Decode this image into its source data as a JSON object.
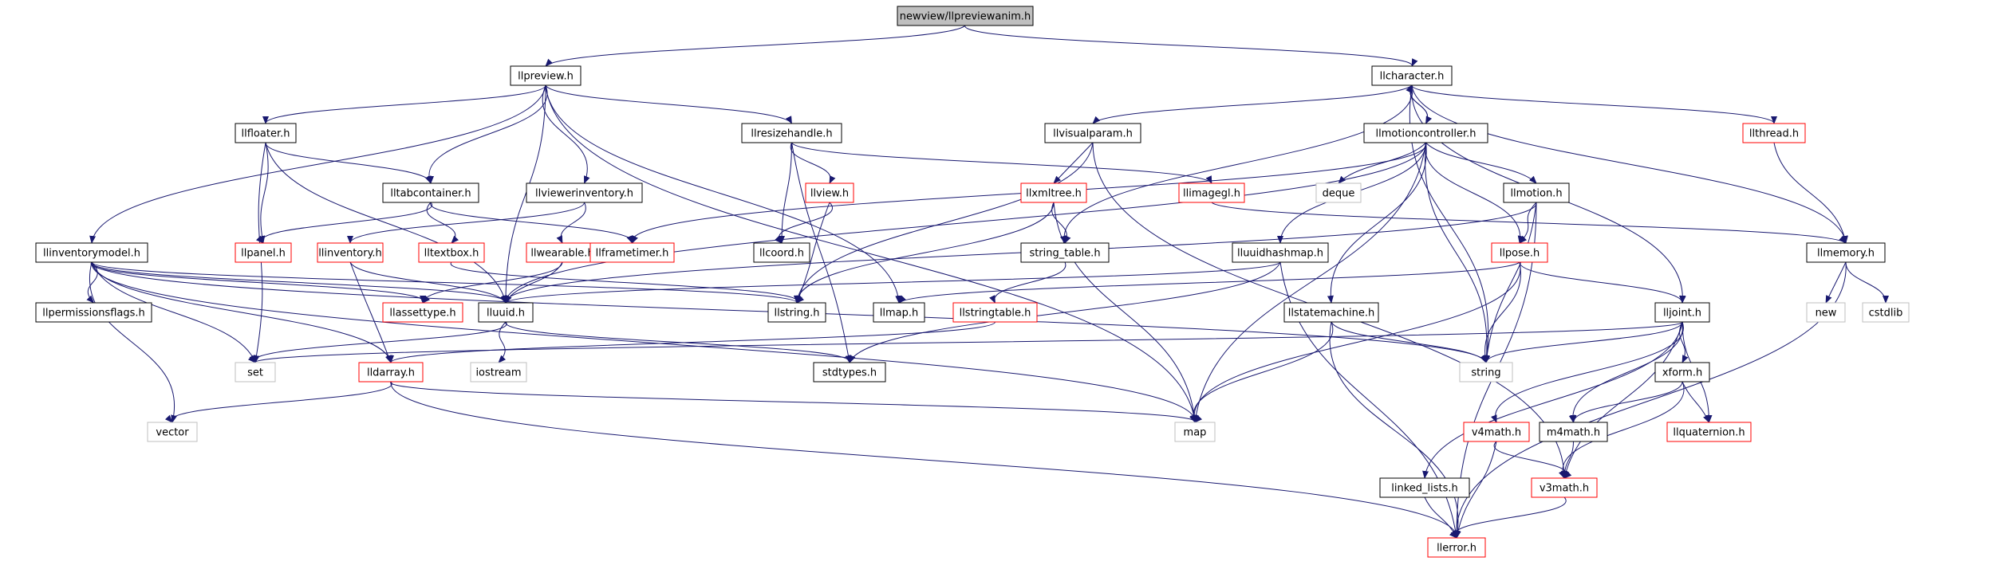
{
  "colors": {
    "edge": "#191970",
    "border_black": "#000000",
    "border_red": "#ff0000",
    "border_grey": "#bfbfbf",
    "root_fill": "#bfbfbf"
  },
  "nodes": [
    {
      "id": "root",
      "label": "newview/llpreviewanim.h",
      "style": "root"
    },
    {
      "id": "llpreview",
      "label": "llpreview.h",
      "style": "black"
    },
    {
      "id": "llcharacter",
      "label": "llcharacter.h",
      "style": "black"
    },
    {
      "id": "llfloater",
      "label": "llfloater.h",
      "style": "black"
    },
    {
      "id": "llresizehandle",
      "label": "llresizehandle.h",
      "style": "black"
    },
    {
      "id": "llvisualparam",
      "label": "llvisualparam.h",
      "style": "black"
    },
    {
      "id": "llmotioncontroller",
      "label": "llmotioncontroller.h",
      "style": "black"
    },
    {
      "id": "llthread",
      "label": "llthread.h",
      "style": "red"
    },
    {
      "id": "lltabcontainer",
      "label": "lltabcontainer.h",
      "style": "black"
    },
    {
      "id": "llviewerinventory",
      "label": "llviewerinventory.h",
      "style": "black"
    },
    {
      "id": "llview",
      "label": "llview.h",
      "style": "red"
    },
    {
      "id": "llxmltree",
      "label": "llxmltree.h",
      "style": "red"
    },
    {
      "id": "llimagegl",
      "label": "llimagegl.h",
      "style": "red"
    },
    {
      "id": "deque",
      "label": "deque",
      "style": "grey"
    },
    {
      "id": "llmotion",
      "label": "llmotion.h",
      "style": "black"
    },
    {
      "id": "llinventorymodel",
      "label": "llinventorymodel.h",
      "style": "black"
    },
    {
      "id": "llpanel",
      "label": "llpanel.h",
      "style": "red"
    },
    {
      "id": "llinventory",
      "label": "llinventory.h",
      "style": "red"
    },
    {
      "id": "lltextbox",
      "label": "lltextbox.h",
      "style": "red"
    },
    {
      "id": "llwearable",
      "label": "llwearable.h",
      "style": "red"
    },
    {
      "id": "llframetimer",
      "label": "llframetimer.h",
      "style": "red"
    },
    {
      "id": "llcoord",
      "label": "llcoord.h",
      "style": "black"
    },
    {
      "id": "string_table",
      "label": "string_table.h",
      "style": "black"
    },
    {
      "id": "lluuidhashmap",
      "label": "lluuidhashmap.h",
      "style": "black"
    },
    {
      "id": "llpose",
      "label": "llpose.h",
      "style": "red"
    },
    {
      "id": "llmemory",
      "label": "llmemory.h",
      "style": "black"
    },
    {
      "id": "llpermissionsflags",
      "label": "llpermissionsflags.h",
      "style": "black"
    },
    {
      "id": "llassettype",
      "label": "llassettype.h",
      "style": "red"
    },
    {
      "id": "lluuid",
      "label": "lluuid.h",
      "style": "black"
    },
    {
      "id": "llstring",
      "label": "llstring.h",
      "style": "black"
    },
    {
      "id": "llmap",
      "label": "llmap.h",
      "style": "black"
    },
    {
      "id": "llstringtable",
      "label": "llstringtable.h",
      "style": "red"
    },
    {
      "id": "llstatemachine",
      "label": "llstatemachine.h",
      "style": "black"
    },
    {
      "id": "lljoint",
      "label": "lljoint.h",
      "style": "black"
    },
    {
      "id": "new",
      "label": "new",
      "style": "grey"
    },
    {
      "id": "cstdlib",
      "label": "cstdlib",
      "style": "grey"
    },
    {
      "id": "set",
      "label": "set",
      "style": "grey"
    },
    {
      "id": "lldarray",
      "label": "lldarray.h",
      "style": "red"
    },
    {
      "id": "iostream",
      "label": "iostream",
      "style": "grey"
    },
    {
      "id": "stdtypes",
      "label": "stdtypes.h",
      "style": "black"
    },
    {
      "id": "string",
      "label": "string",
      "style": "grey"
    },
    {
      "id": "xform",
      "label": "xform.h",
      "style": "black"
    },
    {
      "id": "vector",
      "label": "vector",
      "style": "grey"
    },
    {
      "id": "map",
      "label": "map",
      "style": "grey"
    },
    {
      "id": "v4math",
      "label": "v4math.h",
      "style": "red"
    },
    {
      "id": "m4math",
      "label": "m4math.h",
      "style": "black"
    },
    {
      "id": "llquaternion",
      "label": "llquaternion.h",
      "style": "red"
    },
    {
      "id": "linked_lists",
      "label": "linked_lists.h",
      "style": "black"
    },
    {
      "id": "v3math",
      "label": "v3math.h",
      "style": "red"
    },
    {
      "id": "llerror",
      "label": "llerror.h",
      "style": "red"
    }
  ],
  "edges": [
    [
      "root",
      "llpreview"
    ],
    [
      "root",
      "llcharacter"
    ],
    [
      "llpreview",
      "llfloater"
    ],
    [
      "llpreview",
      "llresizehandle"
    ],
    [
      "llpreview",
      "lltabcontainer"
    ],
    [
      "llpreview",
      "llviewerinventory"
    ],
    [
      "llpreview",
      "llinventorymodel"
    ],
    [
      "llpreview",
      "lluuid"
    ],
    [
      "llpreview",
      "llmap"
    ],
    [
      "llpreview",
      "map"
    ],
    [
      "llcharacter",
      "llvisualparam"
    ],
    [
      "llcharacter",
      "llmotioncontroller"
    ],
    [
      "llcharacter",
      "llthread"
    ],
    [
      "llcharacter",
      "llmemory"
    ],
    [
      "llcharacter",
      "string_table"
    ],
    [
      "llcharacter",
      "string"
    ],
    [
      "llcharacter",
      "lljoint"
    ],
    [
      "llfloater",
      "lltabcontainer"
    ],
    [
      "llfloater",
      "llpanel"
    ],
    [
      "llfloater",
      "lluuid"
    ],
    [
      "llfloater",
      "set"
    ],
    [
      "llresizehandle",
      "llview"
    ],
    [
      "llresizehandle",
      "llcoord"
    ],
    [
      "llresizehandle",
      "llimagegl"
    ],
    [
      "llresizehandle",
      "stdtypes"
    ],
    [
      "llvisualparam",
      "llxmltree"
    ],
    [
      "llvisualparam",
      "llstring"
    ],
    [
      "llvisualparam",
      "v3math"
    ],
    [
      "llmotioncontroller",
      "llcharacter"
    ],
    [
      "llmotioncontroller",
      "llmotion"
    ],
    [
      "llmotioncontroller",
      "deque"
    ],
    [
      "llmotioncontroller",
      "llpose"
    ],
    [
      "llmotioncontroller",
      "lluuidhashmap"
    ],
    [
      "llmotioncontroller",
      "llstatemachine"
    ],
    [
      "llmotioncontroller",
      "llframetimer"
    ],
    [
      "llmotioncontroller",
      "map"
    ],
    [
      "llmotioncontroller",
      "string"
    ],
    [
      "llmotioncontroller",
      "lluuid"
    ],
    [
      "llthread",
      "llmemory"
    ],
    [
      "lltabcontainer",
      "llpanel"
    ],
    [
      "lltabcontainer",
      "lltextbox"
    ],
    [
      "lltabcontainer",
      "llframetimer"
    ],
    [
      "llviewerinventory",
      "llinventory"
    ],
    [
      "llviewerinventory",
      "llwearable"
    ],
    [
      "llview",
      "llcoord"
    ],
    [
      "llview",
      "llstring"
    ],
    [
      "llxmltree",
      "string_table"
    ],
    [
      "llxmltree",
      "llstring"
    ],
    [
      "llxmltree",
      "map"
    ],
    [
      "llimagegl",
      "llmemory"
    ],
    [
      "llmotion",
      "llpose"
    ],
    [
      "llmotion",
      "string"
    ],
    [
      "llmotion",
      "llerror"
    ],
    [
      "llmotion",
      "lluuid"
    ],
    [
      "llinventorymodel",
      "llpermissionsflags"
    ],
    [
      "llinventorymodel",
      "llassettype"
    ],
    [
      "llinventorymodel",
      "lluuid"
    ],
    [
      "llinventorymodel",
      "llstring"
    ],
    [
      "llinventorymodel",
      "lldarray"
    ],
    [
      "llinventorymodel",
      "set"
    ],
    [
      "llinventorymodel",
      "vector"
    ],
    [
      "llinventorymodel",
      "map"
    ],
    [
      "llinventorymodel",
      "string"
    ],
    [
      "llinventory",
      "lluuid"
    ],
    [
      "llinventory",
      "lldarray"
    ],
    [
      "lltextbox",
      "llstring"
    ],
    [
      "llwearable",
      "lluuid"
    ],
    [
      "llwearable",
      "llassettype"
    ],
    [
      "string_table",
      "llstringtable"
    ],
    [
      "lluuidhashmap",
      "llerror"
    ],
    [
      "lluuidhashmap",
      "stdtypes"
    ],
    [
      "lluuidhashmap",
      "lluuid"
    ],
    [
      "llpose",
      "lljoint"
    ],
    [
      "llpose",
      "string"
    ],
    [
      "llpose",
      "map"
    ],
    [
      "llpose",
      "llmap"
    ],
    [
      "llmemory",
      "new"
    ],
    [
      "llmemory",
      "cstdlib"
    ],
    [
      "llmemory",
      "llerror"
    ],
    [
      "lluuid",
      "set"
    ],
    [
      "lluuid",
      "iostream"
    ],
    [
      "lluuid",
      "stdtypes"
    ],
    [
      "llstringtable",
      "lldarray"
    ],
    [
      "llstatemachine",
      "string"
    ],
    [
      "llstatemachine",
      "map"
    ],
    [
      "llstatemachine",
      "llerror"
    ],
    [
      "lljoint",
      "xform"
    ],
    [
      "lljoint",
      "llquaternion"
    ],
    [
      "lljoint",
      "m4math"
    ],
    [
      "lljoint",
      "v4math"
    ],
    [
      "lljoint",
      "v3math"
    ],
    [
      "lljoint",
      "linked_lists"
    ],
    [
      "lljoint",
      "string"
    ],
    [
      "lljoint",
      "set"
    ],
    [
      "lldarray",
      "vector"
    ],
    [
      "lldarray",
      "map"
    ],
    [
      "lldarray",
      "llerror"
    ],
    [
      "xform",
      "m4math"
    ],
    [
      "xform",
      "llquaternion"
    ],
    [
      "xform",
      "v3math"
    ],
    [
      "v4math",
      "v3math"
    ],
    [
      "v4math",
      "llerror"
    ],
    [
      "m4math",
      "v3math"
    ],
    [
      "linked_lists",
      "llerror"
    ],
    [
      "v3math",
      "llerror"
    ]
  ]
}
